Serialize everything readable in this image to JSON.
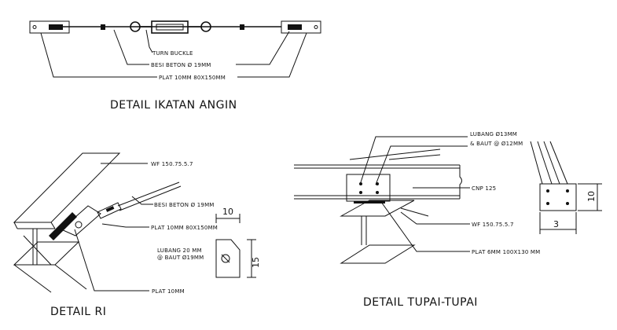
{
  "ikatan": {
    "title": "DETAIL IKATAN ANGIN",
    "lbl_turnbuckle": "TURN BUCKLE",
    "lbl_besi": "BESI BETON Ø 19MM",
    "lbl_plat": "PLAT 10MM 80X150MM"
  },
  "ri": {
    "title": "DETAIL RI",
    "lbl_wf": "WF 150.75.5.7",
    "lbl_besi": "BESI BETON Ø 19MM",
    "lbl_plat": "PLAT 10MM 80X150MM",
    "lbl_lubang1": "LUBANG 20 MM",
    "lbl_lubang2": "@ BAUT Ø19MM",
    "lbl_plat10": "PLAT 10MM",
    "dim_top": "10",
    "dim_side": "15"
  },
  "tupai": {
    "title": "DETAIL TUPAI-TUPAI",
    "lbl_lubang1": "LUBANG Ø13MM",
    "lbl_lubang2": "& BAUT @ Ø12MM",
    "lbl_cnp": "CNP 125",
    "lbl_wf": "WF 150.75.5.7",
    "lbl_plat": "PLAT 6MM 100X130 MM",
    "dim_side": "10",
    "dim_bottom": "3"
  }
}
